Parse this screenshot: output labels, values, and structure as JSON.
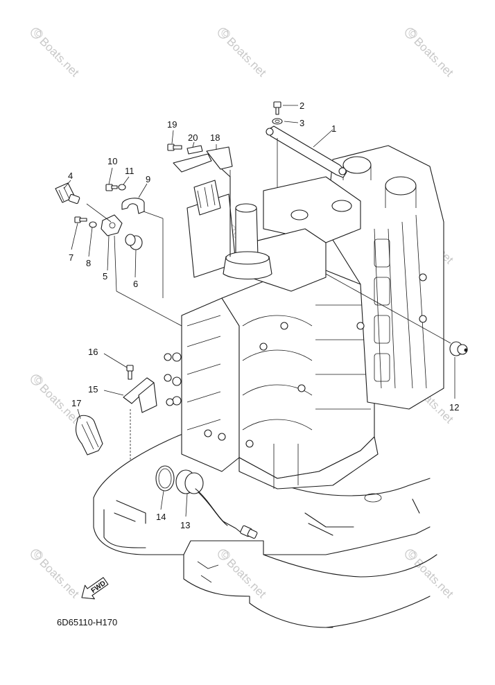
{
  "diagram": {
    "code": "6D65110-H170",
    "fwd_label": "FWD",
    "watermark": {
      "symbol": "©",
      "text": "Boats.net"
    },
    "callouts": [
      {
        "id": "1",
        "label": "1"
      },
      {
        "id": "2",
        "label": "2"
      },
      {
        "id": "3",
        "label": "3"
      },
      {
        "id": "4",
        "label": "4"
      },
      {
        "id": "5",
        "label": "5"
      },
      {
        "id": "6",
        "label": "6"
      },
      {
        "id": "7",
        "label": "7"
      },
      {
        "id": "8",
        "label": "8"
      },
      {
        "id": "9",
        "label": "9"
      },
      {
        "id": "10",
        "label": "10"
      },
      {
        "id": "11",
        "label": "11"
      },
      {
        "id": "12",
        "label": "12"
      },
      {
        "id": "13",
        "label": "13"
      },
      {
        "id": "14",
        "label": "14"
      },
      {
        "id": "15",
        "label": "15"
      },
      {
        "id": "16",
        "label": "16"
      },
      {
        "id": "17",
        "label": "17"
      },
      {
        "id": "18",
        "label": "18"
      },
      {
        "id": "19",
        "label": "19"
      },
      {
        "id": "20",
        "label": "20"
      }
    ]
  }
}
